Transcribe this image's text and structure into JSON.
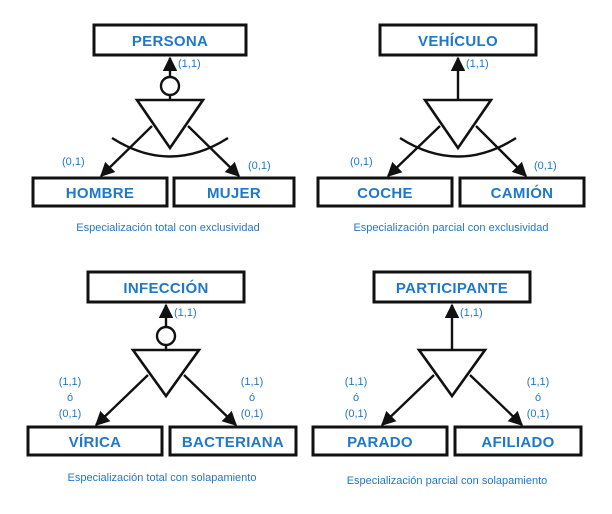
{
  "diagrams": [
    {
      "parent": "PERSONA",
      "parent_card": "(1,1)",
      "child_left": "HOMBRE",
      "child_right": "MUJER",
      "card_left": [
        "(0,1)"
      ],
      "card_right": [
        "(0,1)"
      ],
      "caption": "Especialización total con exclusividad"
    },
    {
      "parent": "VEHÍCULO",
      "parent_card": "(1,1)",
      "child_left": "COCHE",
      "child_right": "CAMIÓN",
      "card_left": [
        "(0,1)"
      ],
      "card_right": [
        "(0,1)"
      ],
      "caption": "Especialización parcial con exclusividad"
    },
    {
      "parent": "INFECCIÓN",
      "parent_card": "(1,1)",
      "child_left": "VÍRICA",
      "child_right": "BACTERIANA",
      "card_left": [
        "(1,1)",
        "ó",
        "(0,1)"
      ],
      "card_right": [
        "(1,1)",
        "ó",
        "(0,1)"
      ],
      "caption": "Especialización total con solapamiento"
    },
    {
      "parent": "PARTICIPANTE",
      "parent_card": "(1,1)",
      "child_left": "PARADO",
      "child_right": "AFILIADO",
      "card_left": [
        "(1,1)",
        "ó",
        "(0,1)"
      ],
      "card_right": [
        "(1,1)",
        "ó",
        "(0,1)"
      ],
      "caption": "Especialización parcial con solapamiento"
    }
  ]
}
